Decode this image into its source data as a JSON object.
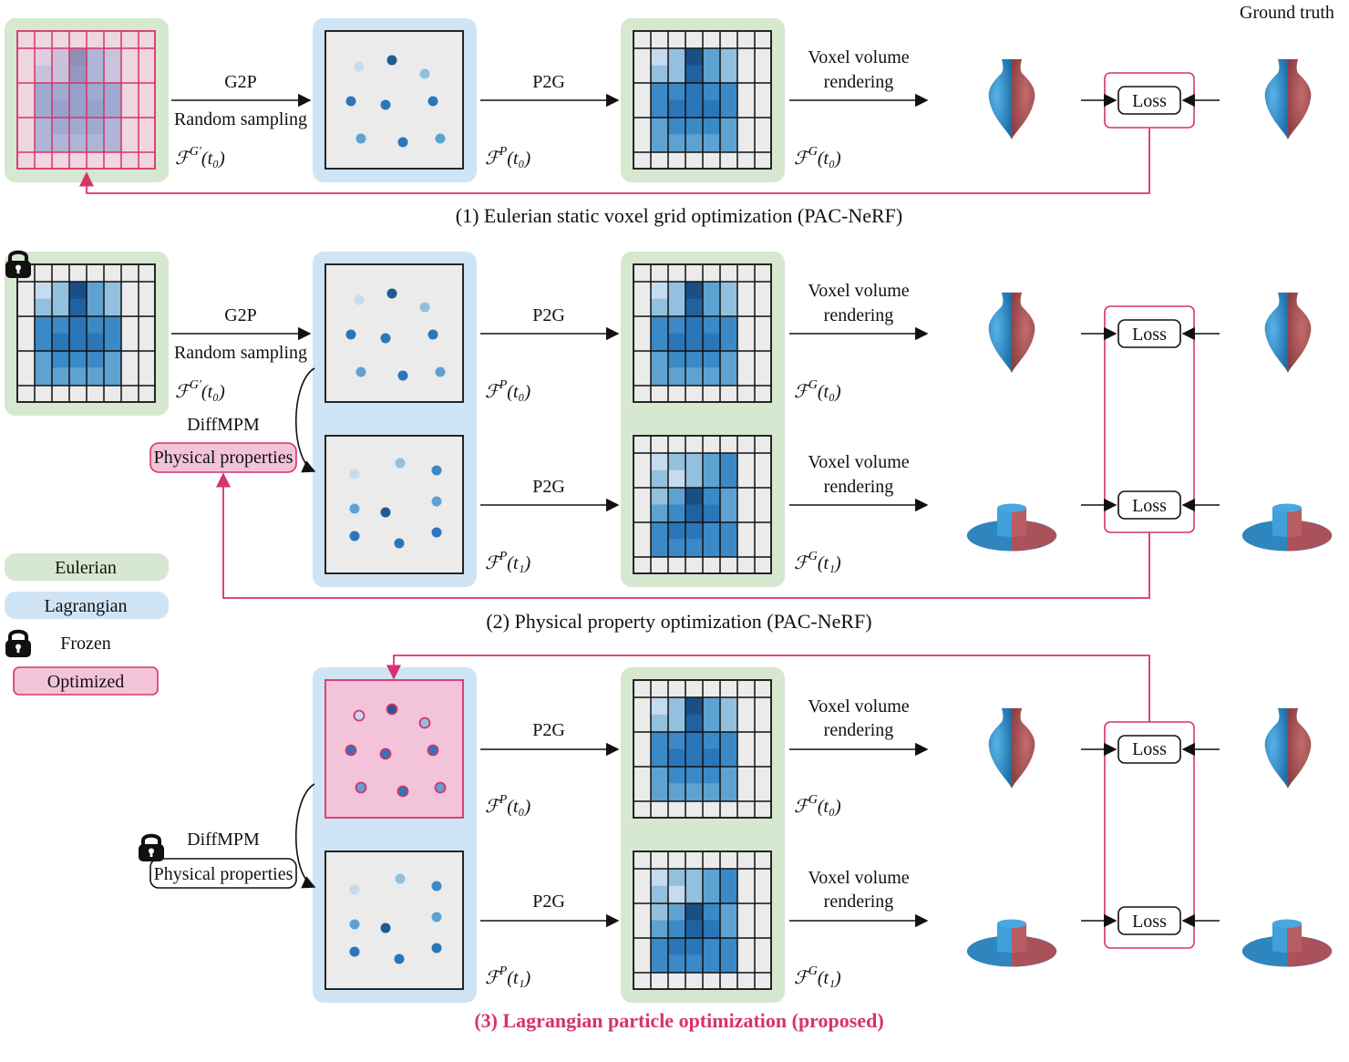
{
  "labels": {
    "g2p": "G2P",
    "random_sampling": "Random sampling",
    "p2g": "P2G",
    "voxel_line1": "Voxel volume",
    "voxel_line2": "rendering",
    "loss": "Loss",
    "ground_truth": "Ground truth",
    "diffmpm": "DiffMPM",
    "physical_properties": "Physical properties"
  },
  "math": {
    "F": "ℱ",
    "Gprime": "G′",
    "P": "P",
    "G": "G",
    "t0": "(t₀)",
    "t1": "(t₁)"
  },
  "captions": {
    "row1": "(1) Eulerian static voxel grid optimization (PAC-NeRF)",
    "row2": "(2) Physical property optimization (PAC-NeRF)",
    "row3": "(3) Lagrangian particle optimization (proposed)"
  },
  "legend": {
    "eulerian": "Eulerian",
    "lagrangian": "Lagrangian",
    "frozen": "Frozen",
    "optimized": "Optimized"
  },
  "colors": {
    "eulerian_bg": "#d6e8cf",
    "lagrangian_bg": "#cfe5f5",
    "optimized_bg": "#f3c4d9",
    "optimized_stroke": "#d6336c",
    "panel_gray": "#ebebeb",
    "blue_shape": "#3a9ad4",
    "red_shape": "#b2595b"
  }
}
